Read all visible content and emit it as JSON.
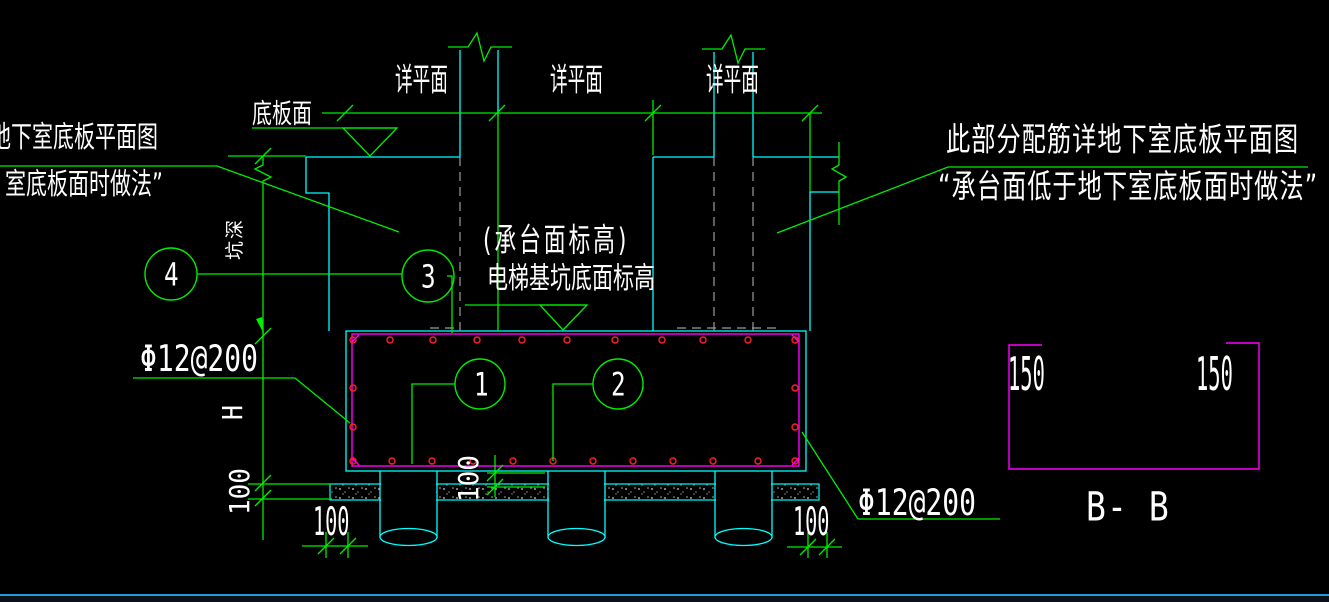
{
  "colors": {
    "annotation_green": "#00ee00",
    "concrete_cyan": "#00ffff",
    "rebar_magenta": "#ff00ff",
    "rebar_dot_red": "#ff2222",
    "hidden_line_gray": "#9b9b9b",
    "text_white": "#ffffff",
    "window_edge_blue": "#1e9cd8",
    "background": "#000000"
  },
  "labels": {
    "see_plan_1": "详平面",
    "see_plan_2": "详平面",
    "see_plan_3": "详平面",
    "slab_surface": "底板面",
    "cap_top_elevation": "(承台面标高)",
    "pit_bottom_elevation": "电梯基坑底面标高",
    "left_note_line1": "地下室底板平面图",
    "left_note_line2": "室底板面时做法”",
    "right_note_line1": "此部分配筋详地下室底板平面图",
    "right_note_line2": "“承台面低于地下室底板面时做法”",
    "rebar_spec_left": "Φ12@200",
    "rebar_spec_right": "Φ12@200",
    "pit_depth_dim": "坑深",
    "cap_height_dim": "H"
  },
  "dimensions": {
    "lean_thickness_left": "100",
    "pile_embed_center": "100",
    "lean_projection_left": "100",
    "lean_projection_right": "100",
    "section_left_150": "150",
    "section_right_150": "150"
  },
  "bubbles": {
    "b1": "1",
    "b2": "2",
    "b3": "3",
    "b4": "4"
  },
  "section": {
    "label": "B- B"
  }
}
